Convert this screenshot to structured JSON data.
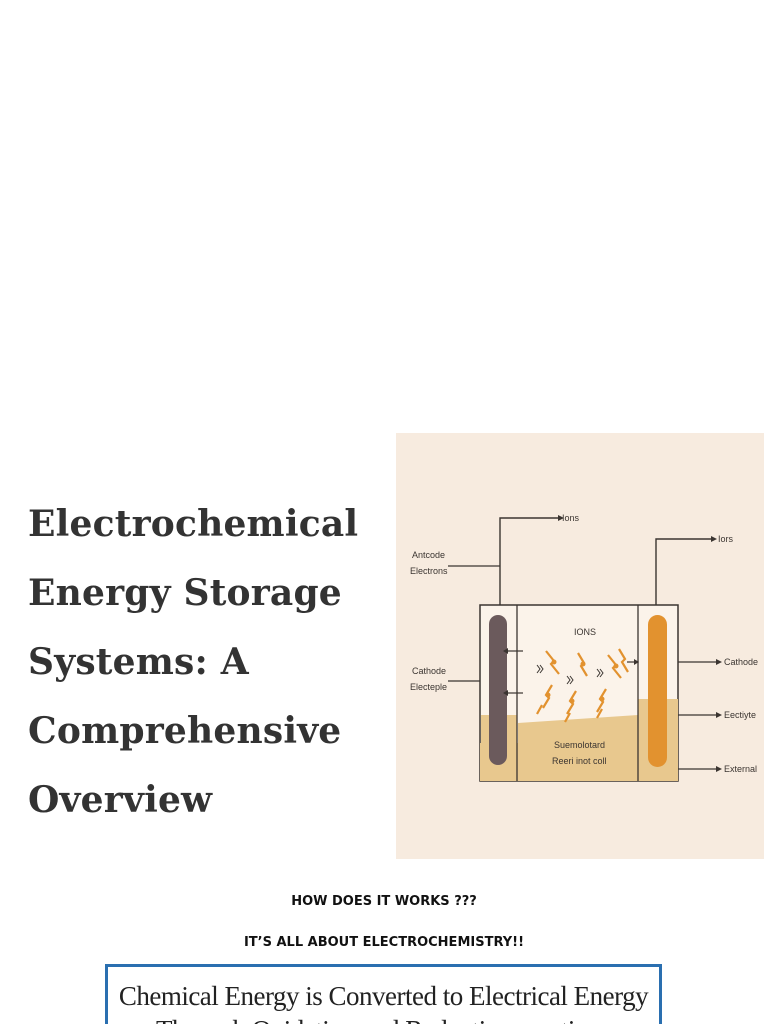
{
  "document": {
    "title": "Electrochemical Energy Storage Systems: A Comprehensive Overview"
  },
  "figure": {
    "labels": {
      "top_ions_left": "Ions",
      "top_ions_right": "Iors",
      "anode_electrons_line1": "Antcode",
      "anode_electrons_line2": "Electrons",
      "cathode_electrolyte_line1": "Cathode",
      "cathode_electrolyte_line2": "Electeple",
      "ions_center": "IONS",
      "separator_line1": "Suemolotard",
      "separator_line2": "Reeri inot coll",
      "right_cathode": "Cathode",
      "right_electrolyte": "Eectiyte",
      "right_external": "External"
    },
    "colors": {
      "background": "#f7ebdf",
      "anode": "#6b5a5c",
      "cathode": "#e2922f",
      "electrolyte": "#e8c88e",
      "ion": "#e2922f"
    }
  },
  "slide": {
    "heading_1": "HOW DOES IT WORKS ???",
    "heading_2": "IT’S ALL ABOUT ELECTROCHEMISTRY!!",
    "boxed_note": "Chemical Energy is Converted to Electrical Energy Through Oxidation and Reduction reactions",
    "box_border_color": "#2a6fb0"
  }
}
